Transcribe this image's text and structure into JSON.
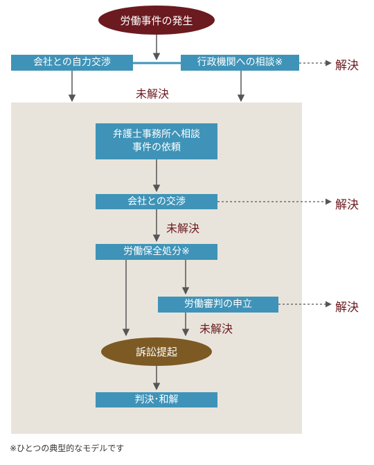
{
  "nodes": {
    "start": "労働事件の発生",
    "self_negotiation": "会社との自力交渉",
    "admin_consult": "行政機関への相談※",
    "lawyer_consult_line1": "弁護士事務所へ相談",
    "lawyer_consult_line2": "事件の依頼",
    "company_negotiation": "会社との交渉",
    "labor_preservation": "労働保全処分※",
    "labor_tribunal": "労働審判の申立",
    "lawsuit": "訴訟提起",
    "judgment": "判決･和解"
  },
  "labels": {
    "resolved_1": "解決",
    "resolved_2": "解決",
    "resolved_3": "解決",
    "unresolved_1": "未解決",
    "unresolved_2": "未解決",
    "unresolved_3": "未解決"
  },
  "footnote": "※ひとつの典型的なモデルです",
  "colors": {
    "box": "#3f93b8",
    "start_oval": "#6b1a1f",
    "lawsuit_oval": "#7d5a24",
    "panel": "#e9e4db",
    "accent_text": "#6b1a1f",
    "arrow": "#555555"
  }
}
